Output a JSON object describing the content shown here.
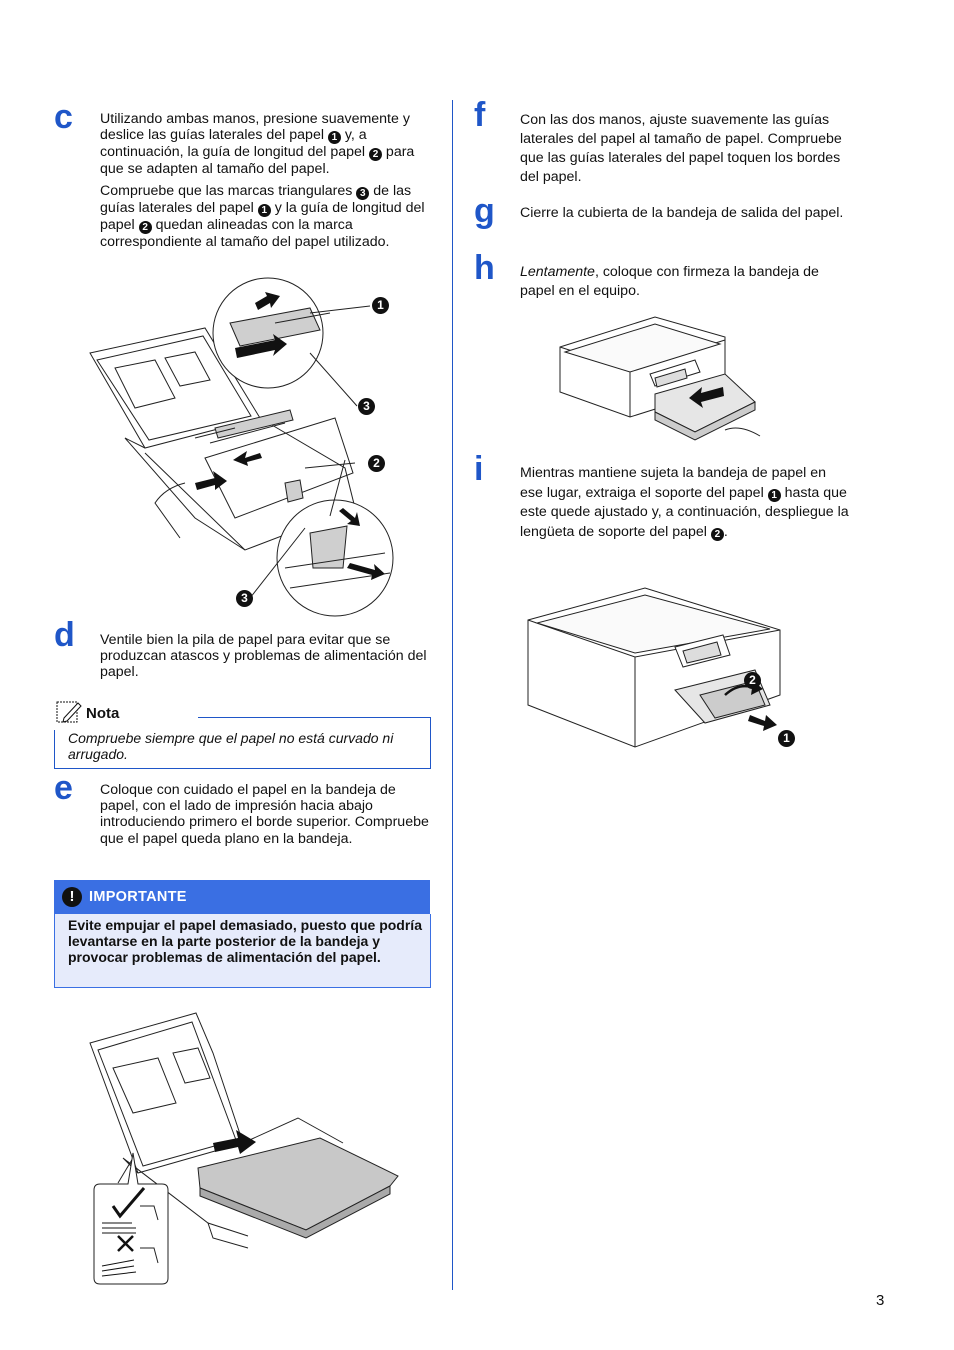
{
  "steps": {
    "c": {
      "letter": "c",
      "p1": [
        "Utilizando ambas manos, presione suavemente y deslice las guías laterales del papel ",
        "1",
        " y, a continuación, la guía de longitud del papel ",
        "2",
        " para que se adapten al tamaño del papel."
      ],
      "p2": [
        "Compruebe que las marcas triangulares ",
        "3",
        " de las guías laterales del papel ",
        "1",
        " y la guía de longitud del papel ",
        "2",
        " quedan alineadas con la marca correspondiente al tamaño del papel utilizado."
      ],
      "callouts": [
        "1",
        "3",
        "2",
        "3"
      ]
    },
    "d": {
      "letter": "d",
      "text": "Ventile bien la pila de papel para evitar que se produzcan atascos y problemas de alimentación del papel."
    },
    "e": {
      "letter": "e",
      "text": "Coloque con cuidado el papel en la bandeja de papel, con el lado de impresión hacia abajo introduciendo primero el borde superior. Compruebe que el papel queda plano en la bandeja."
    },
    "f": {
      "letter": "f",
      "text": "Con las dos manos, ajuste suavemente las guías laterales del papel al tamaño de papel. Compruebe que las guías laterales del papel toquen los bordes del papel."
    },
    "g": {
      "letter": "g",
      "text": "Cierre la cubierta de la bandeja de salida del papel."
    },
    "h": {
      "letter": "h",
      "text_em": "Lentamente",
      "text_rest": ", coloque con firmeza la bandeja de papel en el equipo."
    },
    "i": {
      "letter": "i",
      "parts": [
        "Mientras mantiene sujeta la bandeja de papel en ese lugar, extraiga el soporte del papel ",
        "1",
        " hasta que este quede ajustado y, a continuación, despliegue la lengüeta de soporte del papel ",
        "2",
        "."
      ],
      "callouts": [
        "2",
        "1"
      ]
    }
  },
  "note": {
    "title": "Nota",
    "text": "Compruebe siempre que el papel no está curvado ni arrugado."
  },
  "important": {
    "title": "IMPORTANTE",
    "icon": "!",
    "text": "Evite empujar el papel demasiado, puesto que podría levantarse en la parte posterior de la bandeja y provocar problemas de alimentación del papel."
  },
  "page_number": "3",
  "colors": {
    "accent": "#1f56c8",
    "important_header": "#3a6fe3",
    "important_body": "#e6ebfb"
  }
}
